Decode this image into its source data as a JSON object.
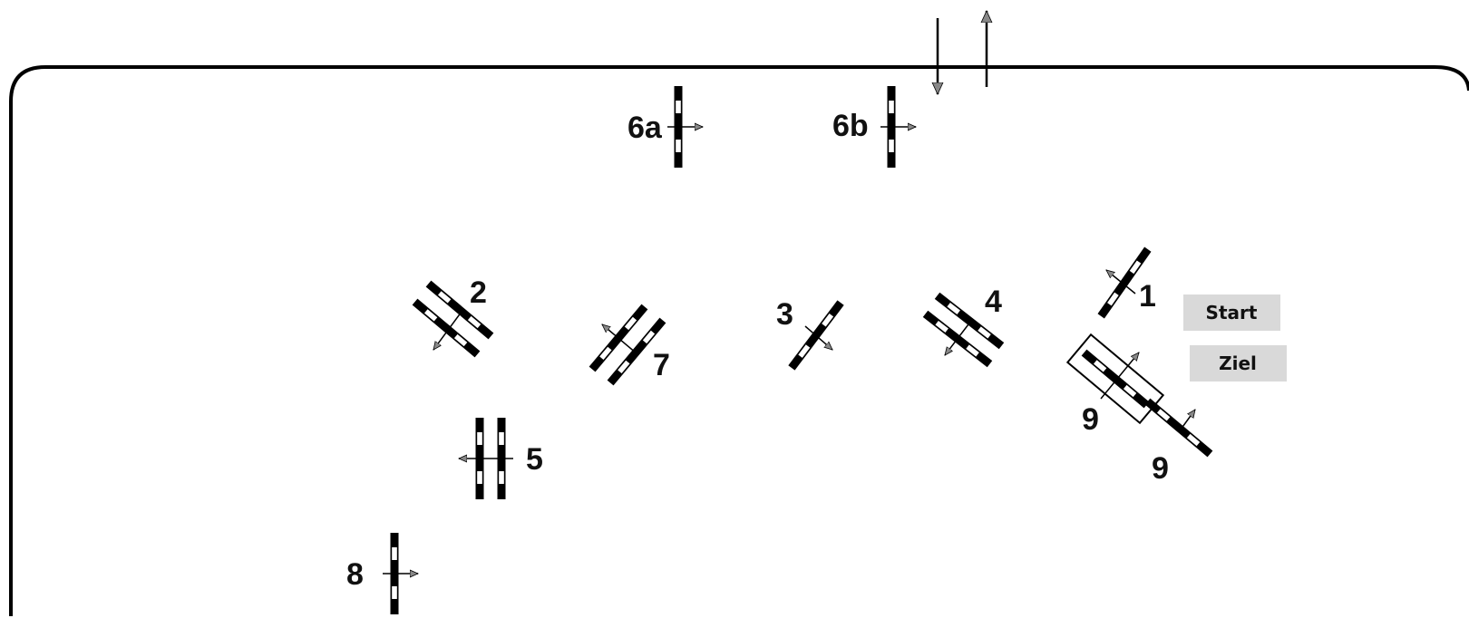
{
  "obstacles": {
    "o1": {
      "label": "1"
    },
    "o2": {
      "label": "2"
    },
    "o3": {
      "label": "3"
    },
    "o4": {
      "label": "4"
    },
    "o5": {
      "label": "5"
    },
    "o6a": {
      "label": "6a"
    },
    "o6b": {
      "label": "6b"
    },
    "o7": {
      "label": "7"
    },
    "o8": {
      "label": "8"
    },
    "o9a": {
      "label": "9"
    },
    "o9b": {
      "label": "9"
    }
  },
  "start_label": "Start",
  "finish_label": "Ziel",
  "colors": {
    "border": "#000000",
    "pole_stripe": "#ffffff",
    "arrowhead": "#888888",
    "marker_fill": "#d9d9d9"
  }
}
